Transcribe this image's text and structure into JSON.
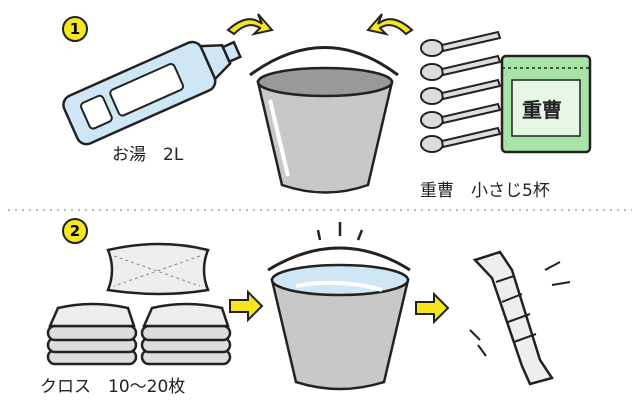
{
  "step1": {
    "number": "1",
    "water_label": "お湯　2L",
    "soda_label": "重曹　小さじ5杯",
    "package_text": "重曹",
    "spoon_count": 5
  },
  "step2": {
    "number": "2",
    "cloth_label": "クロス　10〜20枚"
  },
  "colors": {
    "accent_yellow": "#f5e61e",
    "water_blue": "#cfe6f5",
    "package_green": "#a8e3a8",
    "bucket_gray": "#c8c8c8"
  }
}
